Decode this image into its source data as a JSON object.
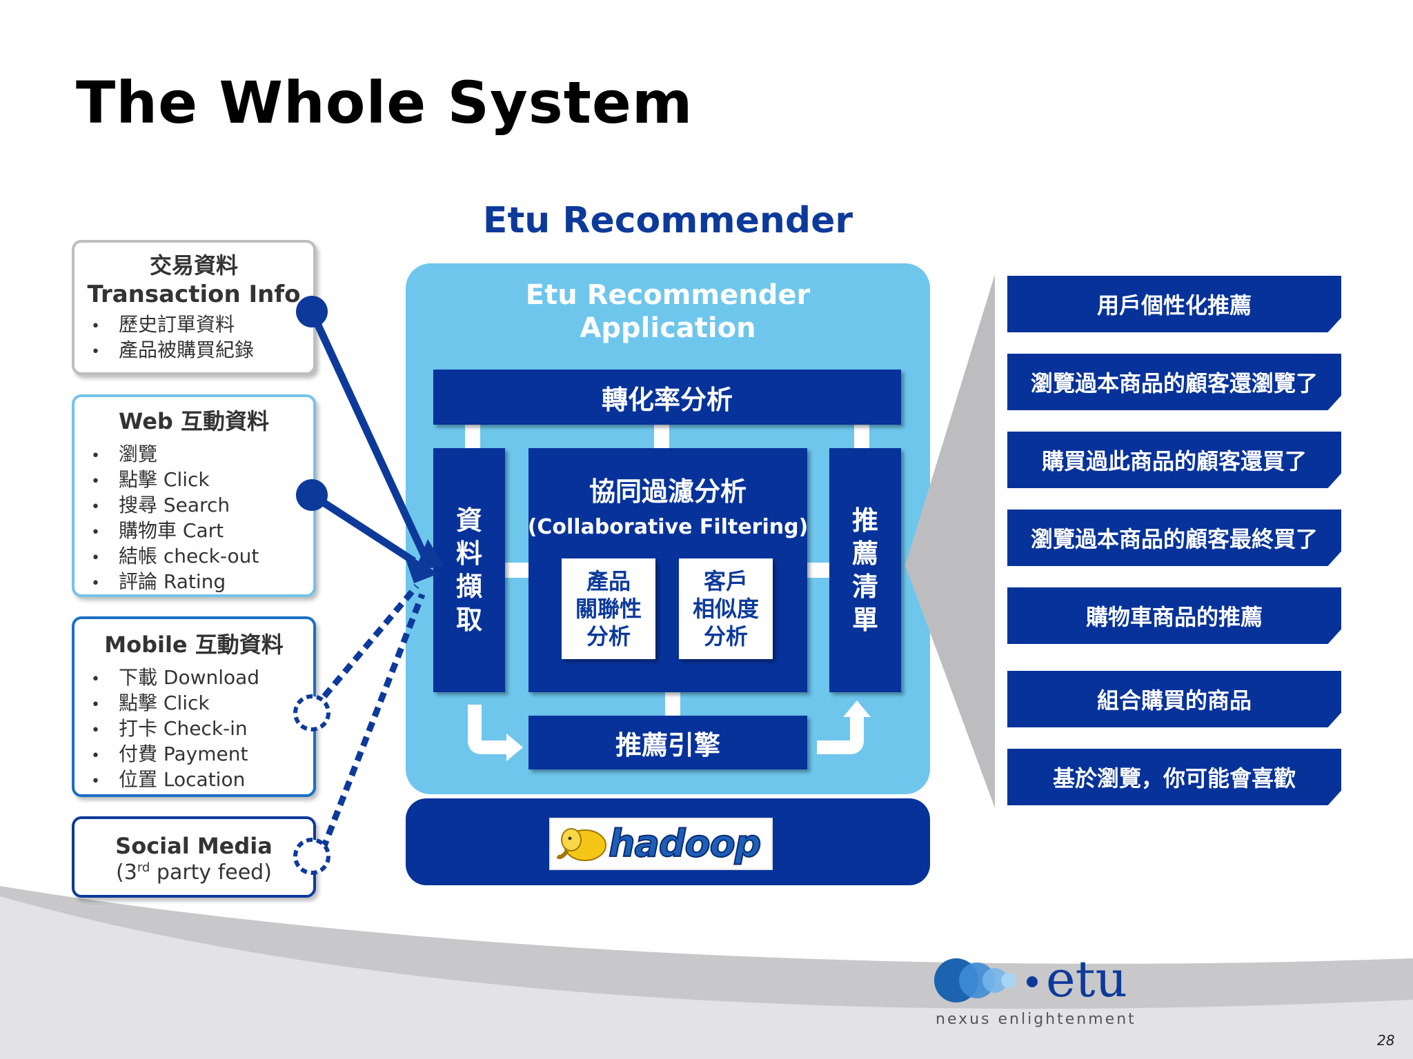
{
  "slide": {
    "title": "The Whole System",
    "page_number": "28"
  },
  "diagram_title": "Etu Recommender",
  "sources": [
    {
      "title": "交易資料",
      "subtitle": "Transaction Info",
      "items": [
        "歷史訂單資料",
        "產品被購買紀錄"
      ],
      "border_color": "#bdbdbd"
    },
    {
      "title": "Web 互動資料",
      "items": [
        "瀏覽",
        "點擊 Click",
        "搜尋 Search",
        "購物車 Cart",
        "結帳 check-out",
        "評論 Rating"
      ],
      "border_color": "#74c3e8"
    },
    {
      "title": "Mobile 互動資料",
      "items": [
        "下載 Download",
        "點擊 Click",
        "打卡 Check-in",
        "付費 Payment",
        "位置 Location"
      ],
      "border_color": "#1a6fc4"
    },
    {
      "title": "Social Media",
      "note_prefix": "(3",
      "note_sup": "rd",
      "note_suffix": " party feed)",
      "border_color": "#0d3a9a"
    }
  ],
  "application": {
    "title_line1": "Etu Recommender",
    "title_line2": "Application",
    "conversion_analysis": "轉化率分析",
    "data_extraction": [
      "資",
      "料",
      "擷",
      "取"
    ],
    "cf_title": "協同過濾分析",
    "cf_subtitle": "(Collaborative Filtering)",
    "product_assoc": [
      "產品",
      "關聯性",
      "分析"
    ],
    "customer_sim": [
      "客戶",
      "相似度",
      "分析"
    ],
    "rec_list": [
      "推",
      "薦",
      "清",
      "單"
    ],
    "rec_engine": "推薦引擎"
  },
  "platform": {
    "name": "hadoop"
  },
  "recommendations": [
    "用戶個性化推薦",
    "瀏覽過本商品的顧客還瀏覽了",
    "購買過此商品的顧客還買了",
    "瀏覽過本商品的顧客最終買了",
    "購物車商品的推薦",
    "組合購買的商品",
    "基於瀏覽，你可能會喜歡"
  ],
  "logo": {
    "wordmark": "etu",
    "tagline": "nexus enlightenment"
  },
  "colors": {
    "navy": "#06329a",
    "light_blue": "#6ec6ec",
    "title_blue": "#0d3a9a"
  }
}
